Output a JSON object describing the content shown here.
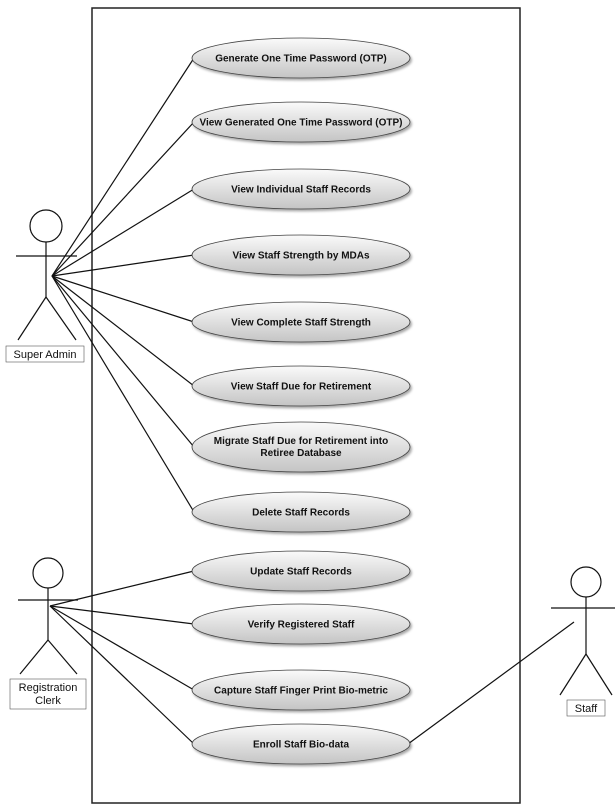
{
  "use_cases": [
    {
      "lines": [
        "Generate One Time Password (OTP)"
      ]
    },
    {
      "lines": [
        "View Generated One Time Password (OTP)"
      ]
    },
    {
      "lines": [
        "View Individual Staff Records"
      ]
    },
    {
      "lines": [
        "View Staff Strength by MDAs"
      ]
    },
    {
      "lines": [
        "View Complete Staff Strength"
      ]
    },
    {
      "lines": [
        "View Staff Due for Retirement"
      ]
    },
    {
      "lines": [
        "Migrate Staff Due for Retirement into",
        "Retiree Database"
      ]
    },
    {
      "lines": [
        "Delete Staff  Records"
      ]
    },
    {
      "lines": [
        "Update Staff Records"
      ]
    },
    {
      "lines": [
        "Verify Registered Staff"
      ]
    },
    {
      "lines": [
        "Capture Staff Finger Print Bio-metric"
      ]
    },
    {
      "lines": [
        "Enroll Staff Bio-data"
      ]
    }
  ],
  "actors": {
    "super_admin": {
      "lines": [
        "Super Admin"
      ]
    },
    "registration_clerk": {
      "lines": [
        "Registration",
        "Clerk"
      ]
    },
    "staff": {
      "lines": [
        "Staff"
      ]
    }
  },
  "associations": {
    "super_admin": [
      0,
      1,
      2,
      3,
      4,
      5,
      6,
      7
    ],
    "registration_clerk": [
      8,
      9,
      10,
      11
    ],
    "staff": [
      11
    ]
  }
}
